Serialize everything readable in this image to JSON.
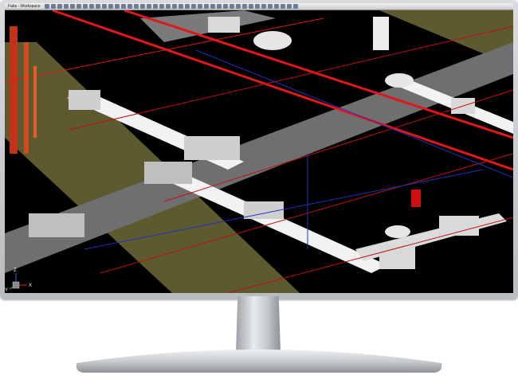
{
  "window": {
    "title": "Fabs - Workspace"
  },
  "toolbar": {
    "icons": [
      "toolbar-icon-1",
      "toolbar-icon-2",
      "toolbar-icon-3",
      "toolbar-icon-4",
      "toolbar-icon-5",
      "toolbar-icon-6",
      "toolbar-icon-7",
      "toolbar-icon-8",
      "toolbar-icon-9",
      "toolbar-icon-10",
      "toolbar-icon-11",
      "toolbar-icon-12",
      "toolbar-icon-13",
      "toolbar-icon-14",
      "toolbar-icon-15",
      "toolbar-icon-16",
      "toolbar-icon-17",
      "toolbar-icon-18",
      "toolbar-icon-19",
      "toolbar-icon-20",
      "toolbar-icon-21",
      "toolbar-icon-22",
      "toolbar-icon-23",
      "toolbar-icon-24",
      "toolbar-icon-25",
      "toolbar-icon-26",
      "toolbar-icon-27",
      "toolbar-icon-28",
      "toolbar-icon-29",
      "toolbar-icon-30",
      "toolbar-icon-31",
      "toolbar-icon-32",
      "toolbar-icon-33",
      "toolbar-icon-34",
      "toolbar-icon-35",
      "toolbar-icon-36",
      "toolbar-icon-37",
      "toolbar-icon-38",
      "toolbar-icon-39",
      "toolbar-icon-40"
    ]
  },
  "axis_gizmo": {
    "z_label": "Z",
    "x_label": "X",
    "y_label": "Y"
  },
  "colors": {
    "background": "#000000",
    "duct": "#9a9a9a",
    "duct_white": "#f2f2f2",
    "pipe_red": "#e01818",
    "pipe_blue": "#2030c0",
    "floor_band": "#5c5a2e"
  }
}
